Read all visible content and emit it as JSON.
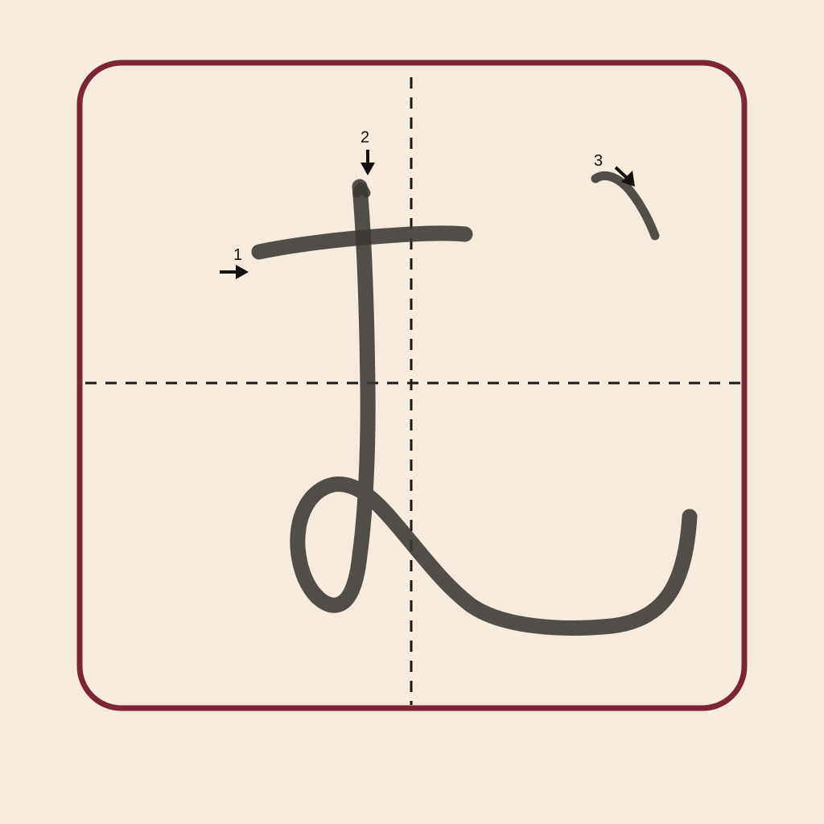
{
  "character": {
    "glyph": "む",
    "ink_color": "#3a3835",
    "frame_color": "#7b2537",
    "background_color": "#f7ebdd"
  },
  "stroke_order": [
    {
      "number": "1",
      "direction": "right"
    },
    {
      "number": "2",
      "direction": "down"
    },
    {
      "number": "3",
      "direction": "down-right"
    }
  ],
  "guides": {
    "horizontal": "dashed",
    "vertical": "dashed"
  }
}
